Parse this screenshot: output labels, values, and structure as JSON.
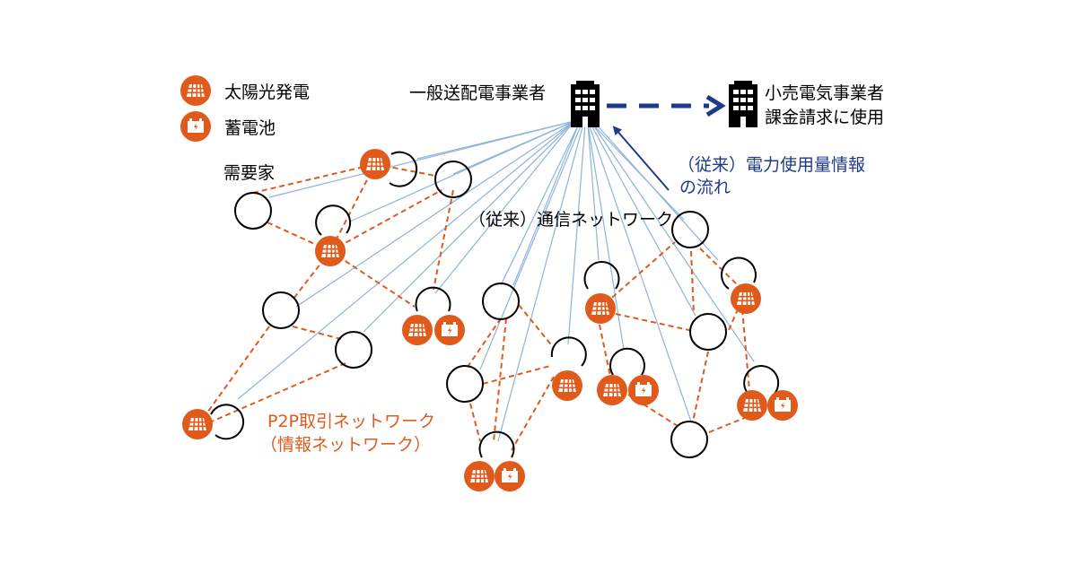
{
  "legend": {
    "solar_label": "太陽光発電",
    "battery_label": "蓄電池",
    "consumer_label": "需要家"
  },
  "labels": {
    "grid_operator": "一般送配電事業者",
    "retailer_line1": "小売電気事業者",
    "retailer_line2": "課金請求に使用",
    "usage_flow_line1": "（従来）電力使用量情報",
    "usage_flow_line2": "の流れ",
    "conventional_network": "（従来）通信ネットワーク",
    "p2p_line1": "P2P取引ネットワーク",
    "p2p_line2": "（情報ネットワーク）"
  },
  "colors": {
    "orange": "#e05a1c",
    "blue_line": "#8db3de",
    "navy": "#1f3a8a",
    "black": "#000000"
  },
  "icons": {
    "solar": "solar-panel-icon",
    "battery": "battery-icon",
    "building": "building-icon"
  }
}
